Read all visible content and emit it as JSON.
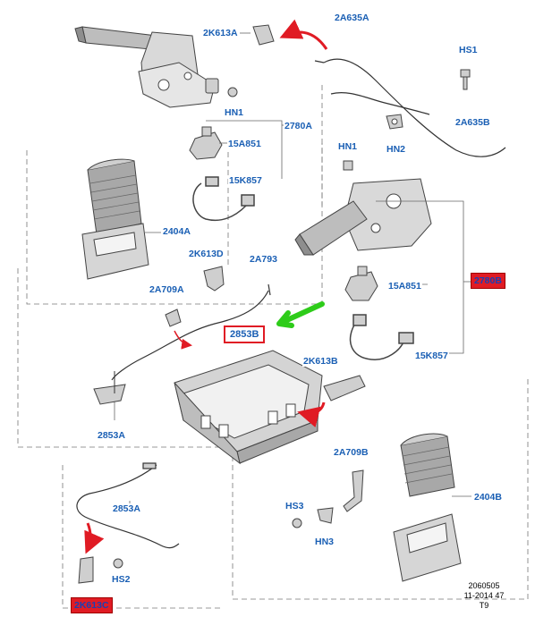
{
  "callouts": {
    "k613a": "2K613A",
    "a635a": "2A635A",
    "hs1": "HS1",
    "hn1_top": "HN1",
    "a780a": "2780A",
    "a635b": "2A635B",
    "hn2": "HN2",
    "a851_top": "15A851",
    "hn1_mid": "HN1",
    "k857_top": "15K857",
    "a404a": "2404A",
    "k613d": "2K613D",
    "a793": "2A793",
    "red_right": "2780B",
    "a709a": "2A709A",
    "b853": "2853B",
    "a851_mid": "15A851",
    "k613b": "2K613B",
    "k857_mid": "15K857",
    "a853a_upper": "2853A",
    "a709b": "2A709B",
    "b404": "2404B",
    "hs3": "HS3",
    "a853a_lower": "2853A",
    "hn3": "HN3",
    "hs2": "HS2",
    "red_bottom": "2K613C"
  },
  "footer": {
    "line1": "2060505",
    "line2": "11-2014 47",
    "line3": "T9"
  },
  "colors": {
    "label_blue": "#1a5fb4",
    "highlight_red": "#e01b24",
    "pointer_green": "#2ecc1a",
    "drawing_gray": "#444444"
  }
}
